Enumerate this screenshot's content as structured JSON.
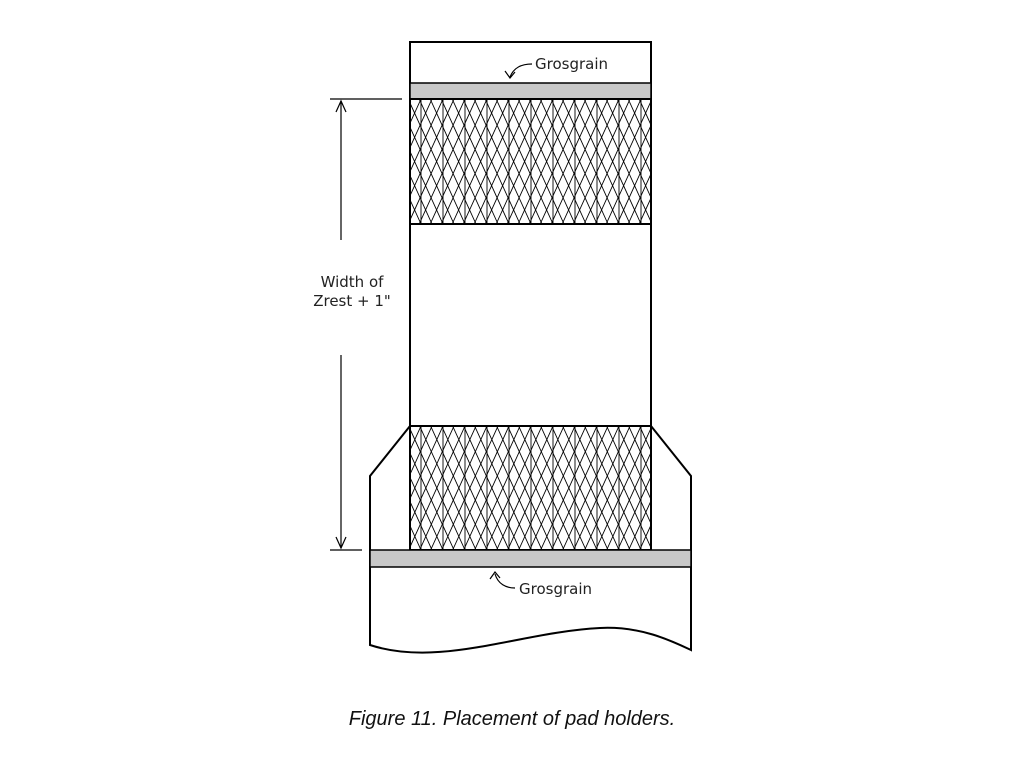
{
  "labels": {
    "grosgrain_top": "Grosgrain",
    "grosgrain_bottom": "Grosgrain",
    "width_line1": "Width of",
    "width_line2": "Zrest + 1\""
  },
  "caption": "Figure 11.  Placement of pad holders.",
  "colors": {
    "outline": "#000000",
    "grosgrain_fill": "#c8c8c8",
    "mesh_lines": "#000000"
  }
}
